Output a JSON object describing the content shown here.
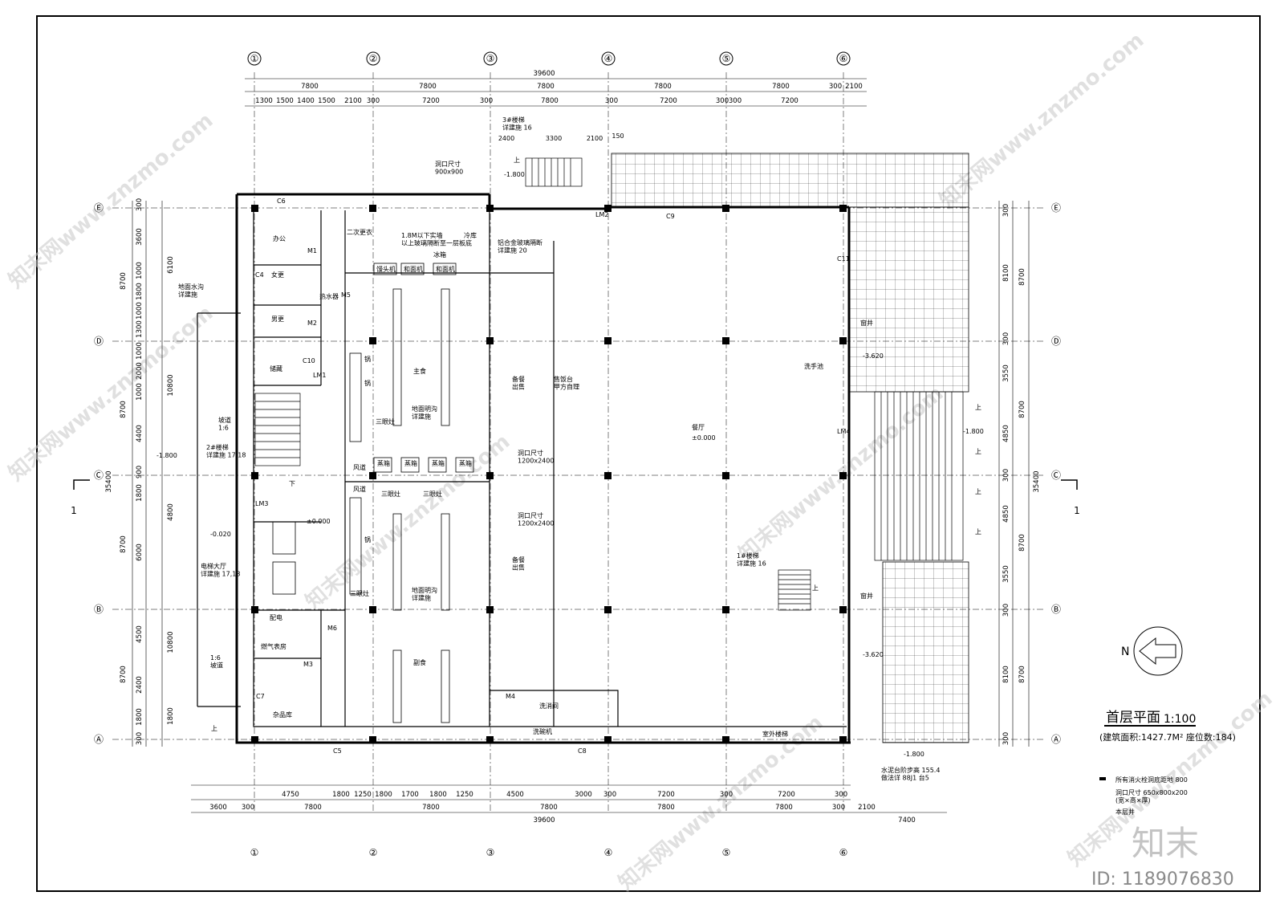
{
  "axes": {
    "columns": [
      "①",
      "②",
      "③",
      "④",
      "⑤",
      "⑥"
    ],
    "rows": [
      "Ⓐ",
      "Ⓑ",
      "Ⓒ",
      "Ⓓ",
      "Ⓔ"
    ]
  },
  "dims_top": {
    "total": "39600",
    "bays": [
      "7800",
      "7800",
      "7800",
      "7800",
      "7800"
    ],
    "extra_right": [
      "300",
      "2100"
    ],
    "detail": [
      "1300",
      "1500",
      "1400",
      "1500",
      "2100",
      "300",
      "7200",
      "300",
      "7800",
      "300",
      "7200",
      "300",
      "300",
      "7200"
    ],
    "stair3": [
      "2400",
      "3300",
      "2100",
      "150"
    ]
  },
  "dims_bottom": {
    "detail": [
      "4750",
      "1800",
      "1250",
      "1800",
      "1700",
      "1800",
      "1250",
      "4500",
      "3000",
      "300",
      "7200",
      "300",
      "7200",
      "300"
    ],
    "bays": [
      "3600",
      "300",
      "7800",
      "7800",
      "7800",
      "7800",
      "7800",
      "300",
      "2100"
    ],
    "total": "39600",
    "extra": "7400"
  },
  "dims_left": [
    "300",
    "3600",
    "1000",
    "1800",
    "1000",
    "1300",
    "1000",
    "2000",
    "1000",
    "4400",
    "900",
    "1800",
    "4800",
    "6000",
    "4500",
    "2400",
    "1800",
    "300"
  ],
  "dims_left_totals": [
    "8700",
    "8700",
    "8700",
    "8700",
    "35400",
    "6100",
    "10800",
    "10800",
    "1800"
  ],
  "dims_right": [
    "300",
    "8100",
    "300",
    "3550",
    "4850",
    "300",
    "4850",
    "3550",
    "300",
    "8100",
    "300"
  ],
  "dims_right_totals": [
    "8700",
    "8700",
    "8700",
    "8700",
    "35400"
  ],
  "rooms": {
    "office": "办公",
    "women": "女更",
    "men": "男更",
    "storage": "储藏",
    "second_change": "二次更衣",
    "hot_water": "热水器",
    "cold_store": "冷库",
    "partition": "1.8M以下实墙\n以上玻璃隔断至一层板底",
    "alu_partition": "铝合金玻璃隔断\n详建施 20",
    "ice_machine": "冰箱",
    "main_food": "主食",
    "side_food": "副食",
    "prep_out": "备餐\n出售",
    "dining": "餐厅",
    "dining_level": "±0.000",
    "wash": "洗消间",
    "dish_machine": "洗碗机",
    "sundries": "杂品库",
    "elevator_hall": "电梯大厅\n详建施 17,18",
    "power": "配电",
    "gas_meter": "燃气表房",
    "window_well": "窗井",
    "hand_wash": "洗手池",
    "outdoor_stair": "室外楼梯",
    "ramp": "坡道\n1:6",
    "ramp2": "1:6\n坡道",
    "stair2": "2#楼梯\n详建施 17,18",
    "stair1": "1#楼梯\n详建施 16",
    "stair3": "3#楼梯\n详建施 16",
    "up": "上",
    "down": "下",
    "three_stove": "三眼灶",
    "steamer": "蒸箱",
    "wok": "锅",
    "duct": "风道",
    "mixer": "和面机",
    "dough": "馒头机",
    "floor_drain": "地面明沟\n详建施",
    "duct_wall": "地面水沟\n详建施",
    "serving_counter": "售饭台\n甲方自理",
    "opening": "洞口尺寸\n1200x2400",
    "opening2": "洞口尺寸\n900x900",
    "tunnel_label": "水泥台阶步高 155.4\n做法详 88J1 台5",
    "level_m1800": "-1.800",
    "level_m0020": "-0.020",
    "level_m3620": "-3.620",
    "level_0": "±0.000"
  },
  "doors": [
    "M1",
    "M2",
    "M3",
    "M4",
    "M5",
    "M6",
    "LM1",
    "LM2",
    "LM3",
    "LM4",
    "C4",
    "C5",
    "C6",
    "C7",
    "C8",
    "C9",
    "C10",
    "C11"
  ],
  "title": {
    "name": "首层平面",
    "scale": "1:100",
    "info": "(建筑面积:1427.7M² 座位数:184)"
  },
  "notes": {
    "line1": "所有消火栓洞底距地 800",
    "line2": "洞口尺寸 650x800x200\n(宽×高×厚)",
    "line3": "本层井"
  },
  "north": "N",
  "section_mark": "1",
  "brand": {
    "logo": "知末",
    "id": "ID: 1189076830",
    "watermark": "知末网www.znzmo.com"
  }
}
